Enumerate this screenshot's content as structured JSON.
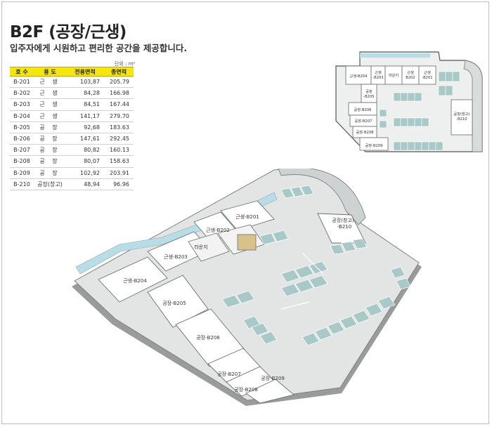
{
  "header": {
    "title": "B2F (공장/근생)",
    "subtitle": "입주자에게 시원하고 편리한 공간을 제공합니다.",
    "unit_note": "단위 : m²"
  },
  "table": {
    "columns": [
      "호 수",
      "용 도",
      "전용면적",
      "총면적"
    ],
    "rows": [
      [
        "B-201",
        "근 생",
        "103,87",
        "205.79"
      ],
      [
        "B-202",
        "근 생",
        "84,28",
        "166.98"
      ],
      [
        "B-203",
        "근 생",
        "84,51",
        "167.44"
      ],
      [
        "B-204",
        "근 생",
        "141,17",
        "279.70"
      ],
      [
        "B-205",
        "공 장",
        "92,68",
        "183.63"
      ],
      [
        "B-206",
        "공 장",
        "147,61",
        "292.45"
      ],
      [
        "B-207",
        "공 장",
        "80,82",
        "160.13"
      ],
      [
        "B-208",
        "공 장",
        "80,07",
        "158.63"
      ],
      [
        "B-209",
        "공 장",
        "102,92",
        "203.91"
      ],
      [
        "B-210",
        "공장(창고)",
        "48,94",
        "96.96"
      ]
    ]
  },
  "mini_plan": {
    "labels": {
      "b204": "근생-B204",
      "b203a": "근생",
      "b203b": "-B203",
      "lounge": "라운지",
      "b202a": "근생",
      "b202b": "B202",
      "b201a": "근생",
      "b201b": "-B201",
      "b205a": "공장",
      "b205b": "-B205",
      "b206": "공장-B206",
      "b207": "공장-B207",
      "b208": "공장-B208",
      "b209": "공장-B209",
      "b210a": "공장(창고)",
      "b210b": "-B210"
    }
  },
  "iso_plan": {
    "labels": {
      "b201": "근생-B201",
      "b202": "근생-B202",
      "b203": "근생-B203",
      "b204": "근생-B204",
      "lounge": "라운지",
      "b205": "공장-B205",
      "b206": "공장-B206",
      "b207": "공장-B207",
      "b208": "공장-B208",
      "b209": "공장-B209",
      "b210a": "공장(창고)",
      "b210b": "-B210"
    }
  },
  "colors": {
    "table_header": "#f5e60f",
    "parking_slot": "#a9c9c8",
    "glass": "#b9dde6",
    "room_floor": "#ffffff",
    "corridor": "#e2e4e4"
  }
}
